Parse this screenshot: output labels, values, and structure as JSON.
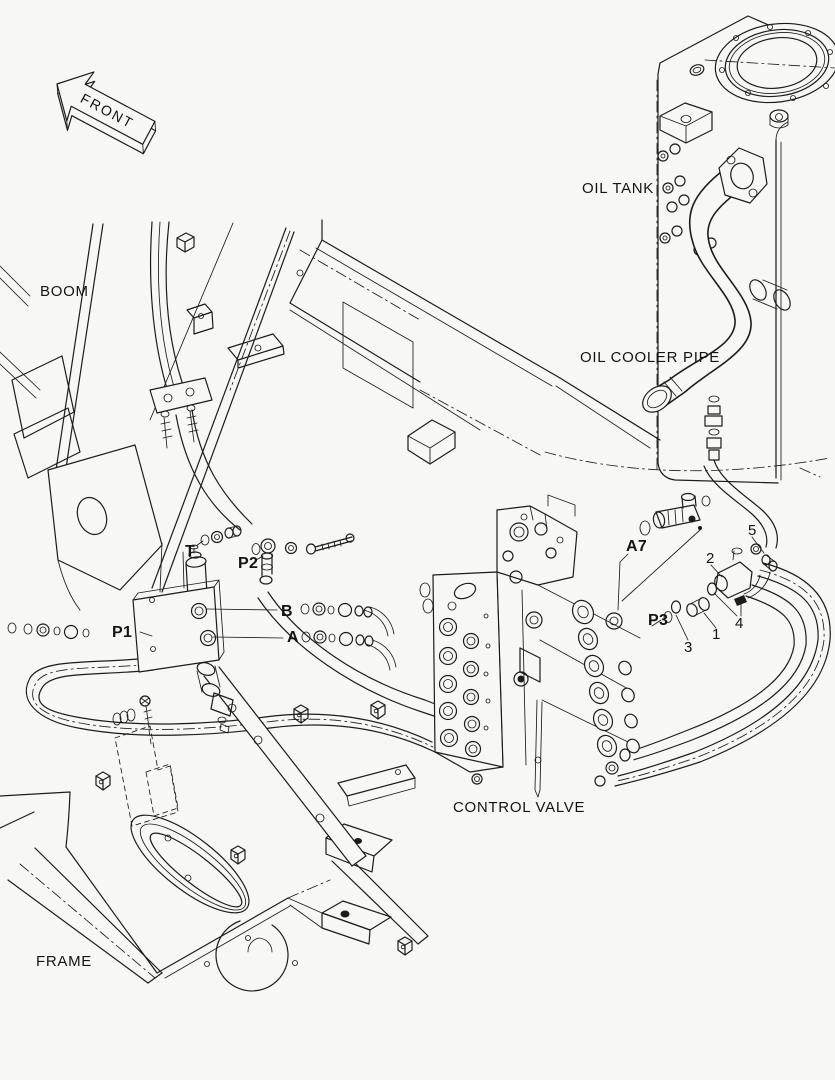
{
  "meta": {
    "background_color": "#f7f7f5",
    "line_color": "#1c1c1c",
    "diagram_type": "isometric hydraulic piping parts diagram"
  },
  "direction_arrow": {
    "label": "FRONT",
    "icon": "front-direction-arrow-icon"
  },
  "components": {
    "boom": "BOOM",
    "oil_tank": "OIL TANK",
    "oil_cooler_pipe": "OIL COOLER PIPE",
    "control_valve": "CONTROL VALVE",
    "frame": "FRAME"
  },
  "port_labels": {
    "t": "T",
    "p2": "P2",
    "b": "B",
    "a": "A",
    "p1": "P1",
    "a7": "A7",
    "p3": "P3"
  },
  "item_numbers": {
    "n1": "1",
    "n2": "2",
    "n3": "3",
    "n4": "4",
    "n5": "5"
  }
}
